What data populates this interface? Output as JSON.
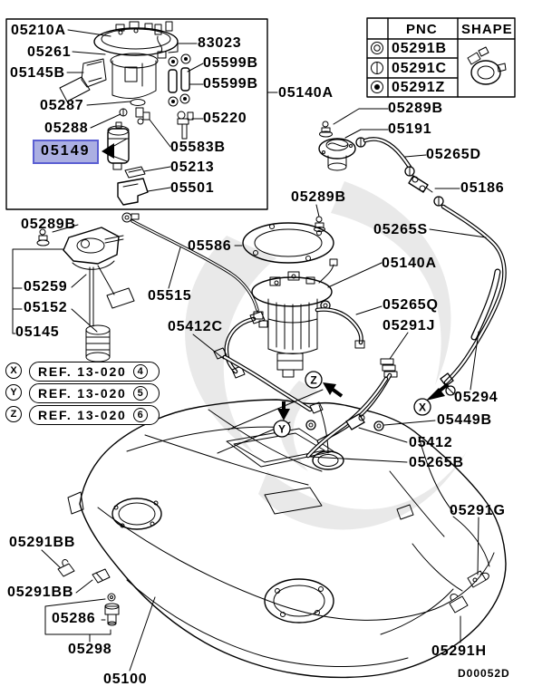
{
  "selected_part": "05149",
  "highlight": {
    "background": "#abafe2",
    "border": "#5b5fd2"
  },
  "drawing_code": "D00052D",
  "pnc_table": {
    "headers": {
      "symbol": "",
      "pnc": "PNC",
      "shape": "SHAPE"
    },
    "rows": [
      {
        "symbol": "double-circle",
        "pnc": "05291B"
      },
      {
        "symbol": "circle-vertical-line",
        "pnc": "05291C"
      },
      {
        "symbol": "circle-dot",
        "pnc": "05291Z"
      }
    ],
    "shape_icon": "hose-clamp"
  },
  "labels": {
    "p05210A": "05210A",
    "p05261": "05261",
    "p05145B": "05145B",
    "p83023": "83023",
    "p05599B_a": "05599B",
    "p05599B_b": "05599B",
    "p05287": "05287",
    "p05220": "05220",
    "p05288": "05288",
    "p05149": "05149",
    "p05583B": "05583B",
    "p05213": "05213",
    "p05501": "05501",
    "p05140A_box": "05140A",
    "p05289B_top": "05289B",
    "p05191": "05191",
    "p05265D": "05265D",
    "p05186": "05186",
    "p05265S": "05265S",
    "p05289B_mid": "05289B",
    "p05289B_left": "05289B",
    "p05586": "05586",
    "p05140A_mid": "05140A",
    "p05259": "05259",
    "p05152": "05152",
    "p05145": "05145",
    "p05515": "05515",
    "p05412C": "05412C",
    "p05265Q": "05265Q",
    "p05291J": "05291J",
    "p05294": "05294",
    "p05449B": "05449B",
    "p05412": "05412",
    "p05265B": "05265B",
    "p05291BB_a": "05291BB",
    "p05291BB_b": "05291BB",
    "p05286": "05286",
    "p05298": "05298",
    "p05100": "05100",
    "p05291G": "05291G",
    "p05291H": "05291H"
  },
  "markers": {
    "x": "X",
    "y": "Y",
    "z": "Z"
  },
  "ref_notes": [
    {
      "marker": "X",
      "text": "REF. 13-020",
      "fig": "4"
    },
    {
      "marker": "Y",
      "text": "REF. 13-020",
      "fig": "5"
    },
    {
      "marker": "Z",
      "text": "REF. 13-020",
      "fig": "6"
    }
  ]
}
